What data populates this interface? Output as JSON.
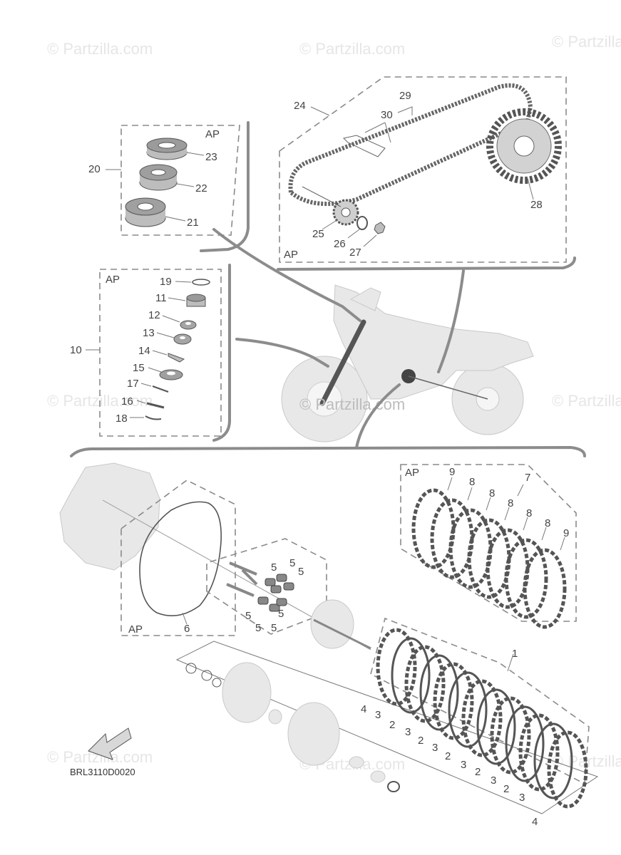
{
  "watermark": "© Partzilla.com",
  "diagram_code": "BRL3110D0020",
  "ap_label": "AP",
  "chain_group": {
    "group_label": "24",
    "parts": [
      "29",
      "30",
      "28",
      "25",
      "26",
      "27"
    ]
  },
  "bearing_group": {
    "group_label": "20",
    "parts": [
      "23",
      "22",
      "21"
    ]
  },
  "engine_small_group": {
    "group_label": "10",
    "parts": [
      "19",
      "11",
      "12",
      "13",
      "14",
      "15",
      "17",
      "16",
      "18"
    ]
  },
  "friction_plate_group": {
    "group_label": "7",
    "parts": [
      "9",
      "8",
      "8",
      "8",
      "8",
      "8",
      "9"
    ]
  },
  "gasket_group": {
    "part_label": "6"
  },
  "pin_group": {
    "parts": [
      "5",
      "5",
      "5",
      "5",
      "5",
      "5",
      "5"
    ]
  },
  "clutch_plate_group": {
    "group_label": "1",
    "parts": [
      "4",
      "3",
      "2",
      "3",
      "2",
      "3",
      "2",
      "3",
      "2",
      "3",
      "2",
      "3",
      "4"
    ]
  },
  "colors": {
    "line": "#8a8a8a",
    "part": "#bdbdbd",
    "watermark": "#e6e6e6"
  }
}
